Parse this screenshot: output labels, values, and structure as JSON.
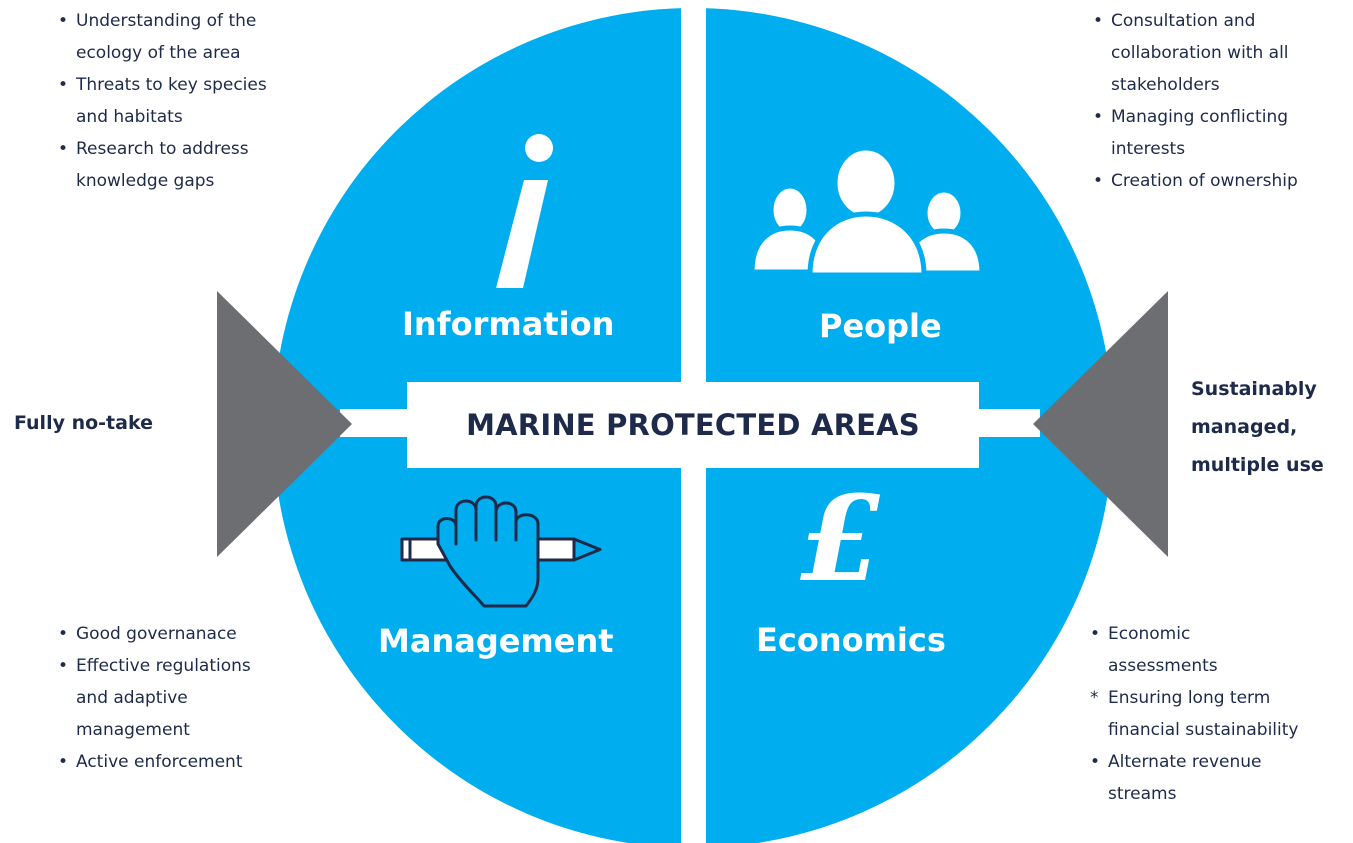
{
  "center": {
    "title": "MARINE PROTECTED AREAS"
  },
  "quadrants": {
    "information": {
      "label": "Information",
      "icon": "info-icon"
    },
    "people": {
      "label": "People",
      "icon": "people-icon"
    },
    "management": {
      "label": "Management",
      "icon": "hand-holding-pen-icon"
    },
    "economics": {
      "label": "Economics",
      "icon": "pound-sign-icon",
      "symbol": "£"
    }
  },
  "sides": {
    "left": "Fully no-take",
    "right": [
      "Sustainably",
      "managed,",
      "multiple use"
    ]
  },
  "lists": {
    "information": [
      [
        "Understanding of the",
        "ecology of the area"
      ],
      [
        "Threats to key species",
        "and habitats"
      ],
      [
        "Research to address",
        "knowledge gaps"
      ]
    ],
    "people": [
      [
        "Consultation and",
        "collaboration with all",
        "stakeholders"
      ],
      [
        "Managing conflicting",
        "interests"
      ],
      [
        "Creation of ownership"
      ]
    ],
    "management": [
      [
        "Good governanace"
      ],
      [
        "Effective regulations",
        "and adaptive",
        "management"
      ],
      [
        "Active enforcement"
      ]
    ],
    "economics": [
      [
        "Economic",
        "assessments"
      ],
      [
        "Ensuring long term",
        "financial sustainability"
      ],
      [
        "Alternate revenue",
        "streams"
      ]
    ]
  },
  "colors": {
    "circle": "#00adee",
    "arrow": "#6d6e72",
    "text": "#1e2a4a",
    "white": "#ffffff"
  }
}
